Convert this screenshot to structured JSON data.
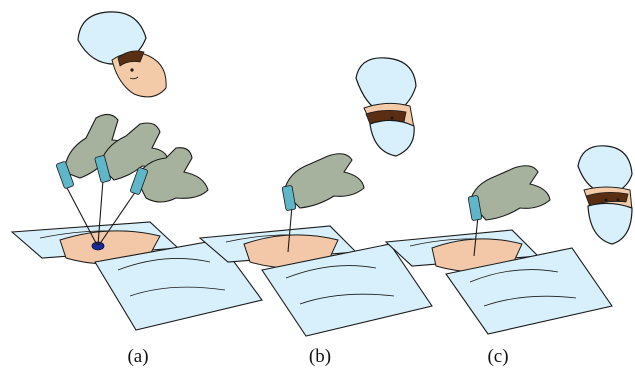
{
  "panels": [
    {
      "id": "a",
      "label": "(a)"
    },
    {
      "id": "b",
      "label": "(b)"
    },
    {
      "id": "c",
      "label": "(c)"
    }
  ],
  "colors": {
    "drape": "#d7f0fb",
    "skin": "#f2c8a8",
    "glove": "#a6b29e",
    "hair": "#5a2e12",
    "syringe": "#5fb6c8",
    "target": "#1a2a9a"
  },
  "icons": [
    "surgeon-head",
    "gloved-hand",
    "syringe",
    "surgical-drape"
  ]
}
